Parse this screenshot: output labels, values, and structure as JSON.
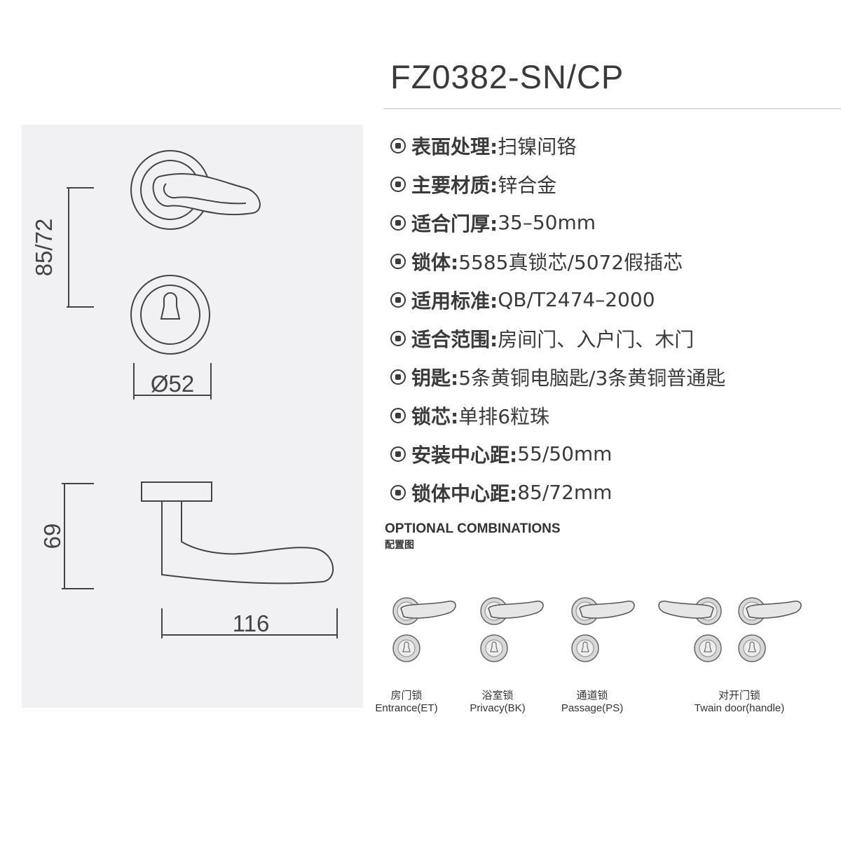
{
  "product": {
    "model": "FZ0382-SN/CP"
  },
  "drawing": {
    "dim_height": "85/72",
    "dim_diameter": "Ø52",
    "dim_side_height": "69",
    "dim_length": "116"
  },
  "specs": [
    {
      "icon": "surface-icon",
      "key": "表面处理:",
      "value": " 扫镍间铬"
    },
    {
      "icon": "material-icon",
      "key": "主要材质:",
      "value": " 锌合金"
    },
    {
      "icon": "door-thickness-icon",
      "key": "适合门厚:",
      "value": " 35–50mm"
    },
    {
      "icon": "lock-body-icon",
      "key": "锁体:",
      "value": " 5585真锁芯/5072假插芯"
    },
    {
      "icon": "standard-icon",
      "key": "适用标准:",
      "value": " QB/T2474–2000"
    },
    {
      "icon": "scope-icon",
      "key": "适合范围:",
      "value": " 房间门、入户门、木门"
    },
    {
      "icon": "key-icon",
      "key": "钥匙:",
      "value": " 5条黄铜电脑匙/3条黄铜普通匙"
    },
    {
      "icon": "lock-core-icon",
      "key": "锁芯:",
      "value": " 单排6粒珠"
    },
    {
      "icon": "install-distance-icon",
      "key": "安装中心距:",
      "value": " 55/50mm"
    },
    {
      "icon": "lock-distance-icon",
      "key": "锁体中心距:",
      "value": " 85/72mm"
    }
  ],
  "optional": {
    "title": "OPTIONAL COMBINATIONS",
    "subtitle": "配置图",
    "items": [
      {
        "cn": "房门锁",
        "en": "Entrance(ET)"
      },
      {
        "cn": "浴室锁",
        "en": "Privacy(BK)"
      },
      {
        "cn": "通道锁",
        "en": "Passage(PS)"
      },
      {
        "cn": "对开门锁",
        "en": "Twain door(handle)"
      }
    ]
  }
}
